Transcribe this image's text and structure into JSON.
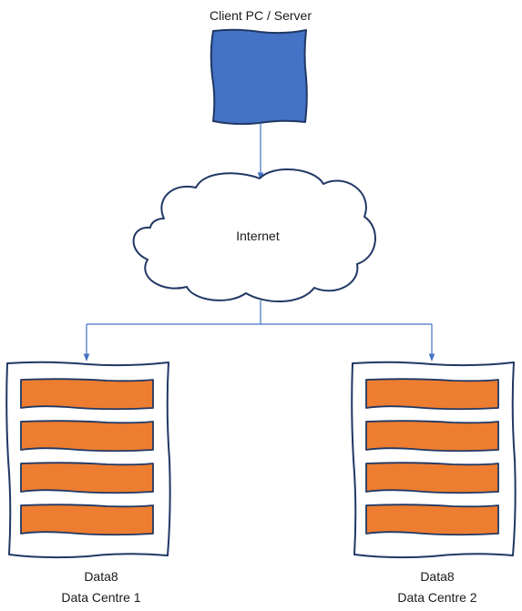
{
  "colors": {
    "node_fill": "#4472c4",
    "node_stroke": "#203864",
    "connector": "#4472c4",
    "server_bar_fill": "#ed7d31",
    "rack_fill": "#ffffff",
    "text": "#1a1a1a"
  },
  "nodes": {
    "client": {
      "label": "Client PC / Server",
      "icon": "square-icon"
    },
    "internet": {
      "label": "Internet",
      "icon": "cloud-icon"
    },
    "datacentres": [
      {
        "name": "Data8",
        "subtitle": "Data Centre 1",
        "icon": "server-rack-icon",
        "server_count": 4
      },
      {
        "name": "Data8",
        "subtitle": "Data Centre 2",
        "icon": "server-rack-icon",
        "server_count": 4
      }
    ]
  },
  "edges": [
    {
      "from": "client",
      "to": "internet"
    },
    {
      "from": "internet",
      "to": "datacentre-1"
    },
    {
      "from": "internet",
      "to": "datacentre-2"
    }
  ]
}
